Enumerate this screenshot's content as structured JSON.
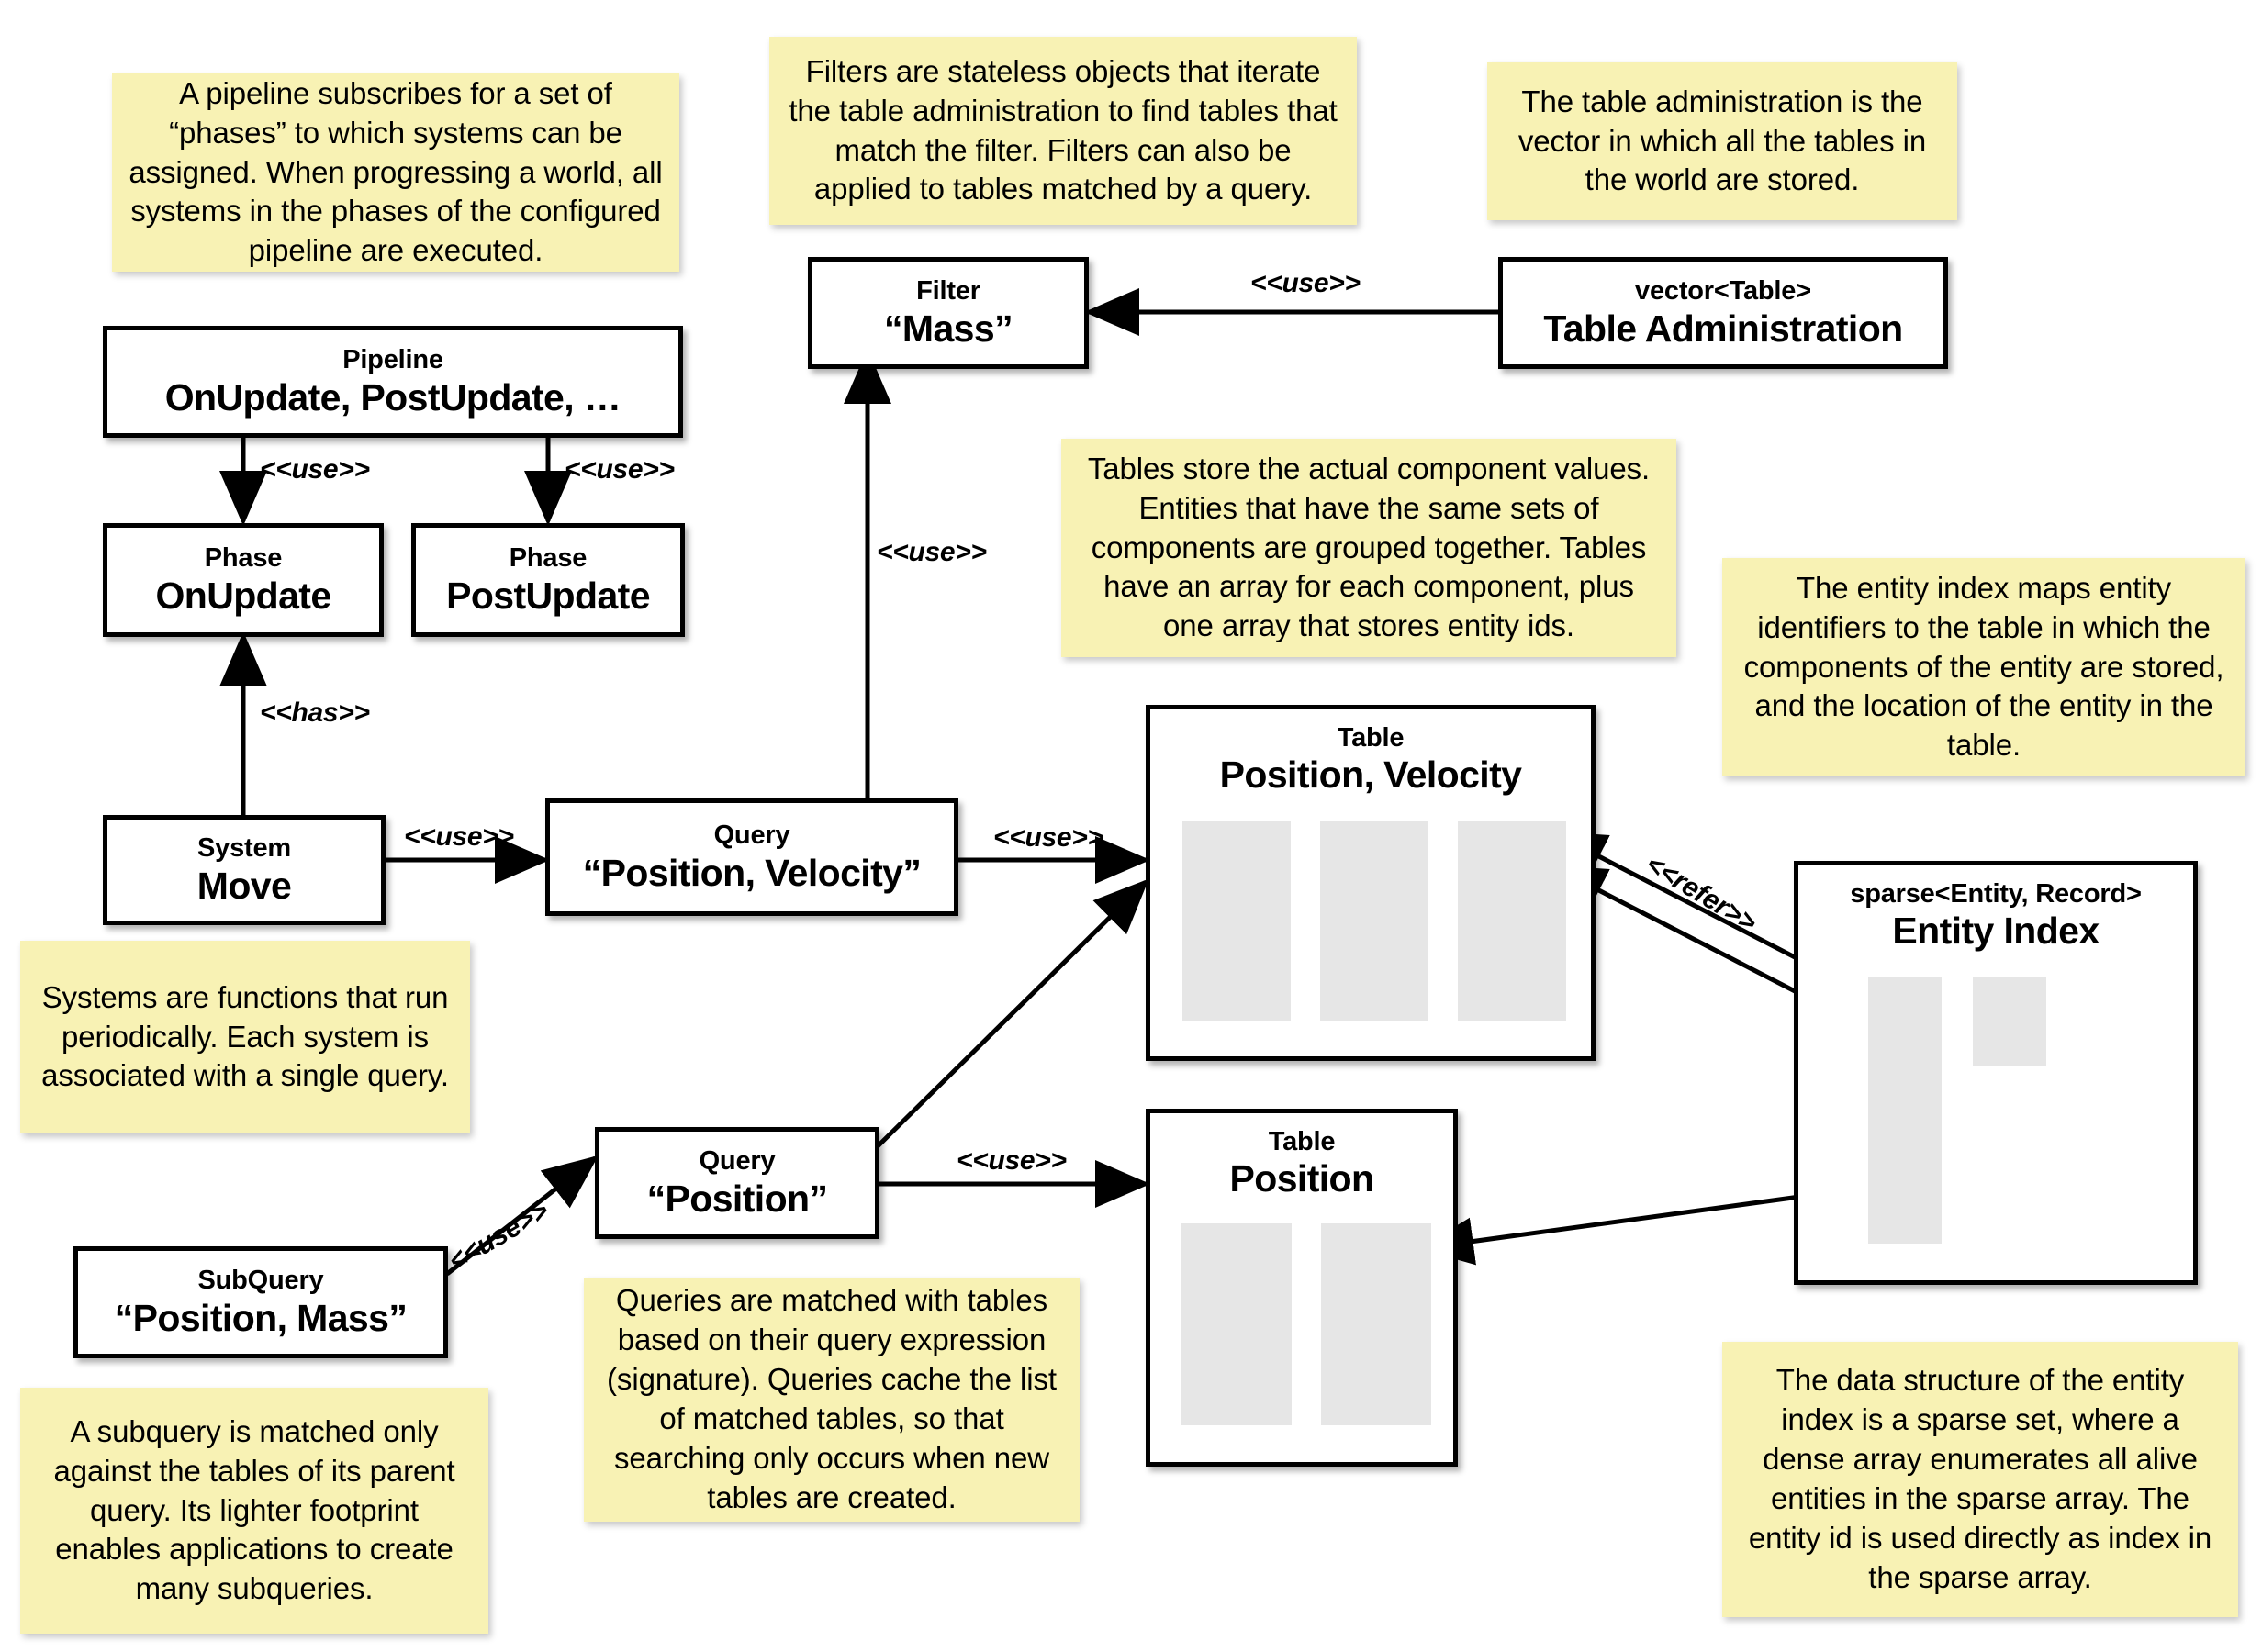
{
  "diagram": {
    "title": "Flecs ECS architecture diagram",
    "note_color": "#f8f2b4",
    "box_border_color": "#000000",
    "column_fill_color": "#e6e6e6"
  },
  "notes": [
    {
      "id": "note-pipeline",
      "text": "A pipeline subscribes for a set of “phases” to which systems can be assigned. When progressing a world, all systems in the phases of the configured pipeline are executed."
    },
    {
      "id": "note-filter",
      "text": "Filters are stateless objects that iterate the table administration to find tables that match the filter. Filters can also be applied to tables matched by a query."
    },
    {
      "id": "note-table-admin",
      "text": "The table administration is the vector in which all the tables in the world are stored."
    },
    {
      "id": "note-table",
      "text": "Tables store the actual component values. Entities that have the same sets of components are grouped together. Tables have an array for each component, plus one array that stores entity ids."
    },
    {
      "id": "note-entity-index",
      "text": "The entity index maps entity identifiers to the table in which the components of the entity are stored, and the location of the entity in the table."
    },
    {
      "id": "note-system",
      "text": "Systems are functions that run periodically. Each system is associated with a single query."
    },
    {
      "id": "note-query",
      "text": "Queries are matched with tables based on their query expression (signature). Queries cache the list of matched tables, so that searching only occurs when new tables are created."
    },
    {
      "id": "note-subquery",
      "text": "A subquery is matched only against the tables of its parent query. Its lighter footprint enables applications to create many subqueries."
    },
    {
      "id": "note-sparse-set",
      "text": "The data structure of the entity index is a sparse set, where a dense array enumerates all alive entities in the sparse array. The entity id is used directly as index in the sparse array."
    }
  ],
  "boxes": [
    {
      "id": "box-pipeline",
      "stereotype": "Pipeline",
      "title": "OnUpdate, PostUpdate, …"
    },
    {
      "id": "box-phase-onupdate",
      "stereotype": "Phase",
      "title": "OnUpdate"
    },
    {
      "id": "box-phase-postupdate",
      "stereotype": "Phase",
      "title": "PostUpdate"
    },
    {
      "id": "box-system-move",
      "stereotype": "System",
      "title": "Move"
    },
    {
      "id": "box-query-pv",
      "stereotype": "Query",
      "title": "“Position, Velocity”"
    },
    {
      "id": "box-query-p",
      "stereotype": "Query",
      "title": "“Position”"
    },
    {
      "id": "box-subquery",
      "stereotype": "SubQuery",
      "title": "“Position, Mass”"
    },
    {
      "id": "box-filter-mass",
      "stereotype": "Filter",
      "title": "“Mass”"
    },
    {
      "id": "box-table-admin",
      "stereotype": "vector<Table>",
      "title": "Table Administration"
    },
    {
      "id": "box-table-pv",
      "stereotype": "Table",
      "title": "Position, Velocity"
    },
    {
      "id": "box-table-p",
      "stereotype": "Table",
      "title": "Position"
    },
    {
      "id": "box-entity-index",
      "stereotype": "sparse<Entity, Record>",
      "title": "Entity Index"
    }
  ],
  "edge_labels": {
    "pipeline_to_onupdate": "<<use>>",
    "pipeline_to_postupdate": "<<use>>",
    "system_has_phase": "<<has>>",
    "system_uses_query": "<<use>>",
    "query_uses_filter": "<<use>>",
    "tableadmin_uses_filter": "<<use>>",
    "query_pv_uses_table": "<<use>>",
    "query_p_uses_table": "<<use>>",
    "subquery_uses_query": "<<use>>",
    "entity_index_refer": "<<refer>>"
  }
}
